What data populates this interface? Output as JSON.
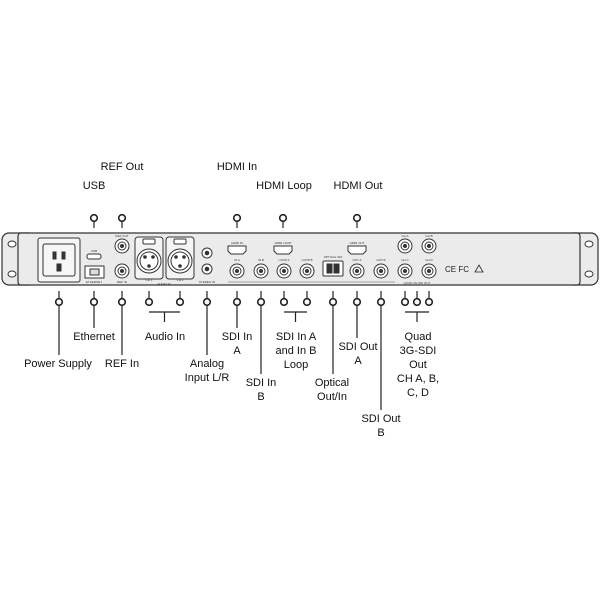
{
  "labels": {
    "ref_out": "REF Out",
    "usb": "USB",
    "hdmi_in": "HDMI In",
    "hdmi_loop": "HDMI Loop",
    "hdmi_out": "HDMI Out",
    "power_supply": "Power Supply",
    "ethernet": "Ethernet",
    "ref_in": "REF In",
    "audio_in": "Audio In",
    "analog_input": "Analog\nInput L/R",
    "sdi_in_a": "SDI In\nA",
    "sdi_in_b": "SDI In\nB",
    "sdi_in_loop": "SDI In A\nand In B\nLoop",
    "optical": "Optical\nOut/In",
    "sdi_out_a": "SDI Out\nA",
    "sdi_out_b": "SDI Out\nB",
    "quad_sdi": "Quad\n3G-SDI\nOut\nCH A, B,\nC, D"
  },
  "panel_text": {
    "usb": "USB",
    "ref_out": "REF OUT",
    "ref_in": "REF IN",
    "ethernet": "ETHERNET",
    "audio_in": "AUDIO IN",
    "ch1": "CH 1",
    "ch2": "CH 2",
    "stereo_in": "STEREO IN",
    "hdmi_in": "HDMI IN",
    "hdmi_loop": "HDMI LOOP",
    "hdmi_out": "HDMI OUT",
    "in_a": "IN A",
    "in_b": "IN B",
    "loop_a": "LOOP A",
    "loop_b": "LOOP B",
    "optical_sdi": "OPTICAL SDI",
    "sdi_out_a": "OUT A",
    "sdi_out_b": "OUT B",
    "ch_a": "CH A",
    "ch_b": "CH B",
    "ch_c": "CH C",
    "ch_d": "CH D",
    "quad_sdi_out": "QUAD 3G-SDI OUT",
    "cert": "CE FC"
  },
  "colors": {
    "panel": "#ebebeb",
    "stroke": "#333333",
    "callout": "#222222"
  }
}
